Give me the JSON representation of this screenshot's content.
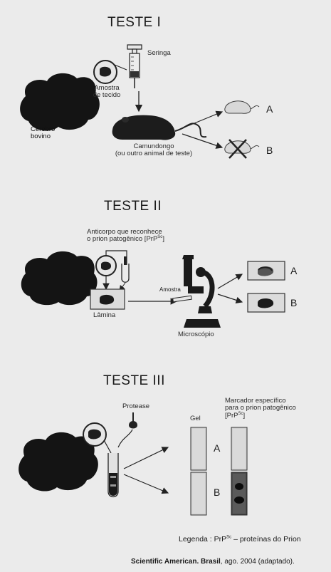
{
  "test1": {
    "title": "TESTE I",
    "syringe": "Seringa",
    "sample_line1": "Amostra",
    "sample_line2": "de tecido",
    "brain_line1": "Cérebro",
    "brain_line2": "bovino",
    "mouse_line1": "Camundongo",
    "mouse_line2": "(ou outro animal de teste)",
    "result_a": "A",
    "result_b": "B"
  },
  "test2": {
    "title": "TESTE II",
    "antibody_line1": "Anticorpo que reconhece",
    "antibody_line2": "o prion patogênico [PrP",
    "antibody_sup": "Sc",
    "antibody_end": "]",
    "sample": "Amostra",
    "slide": "Lâmina",
    "microscope": "Microscópio",
    "result_a": "A",
    "result_b": "B"
  },
  "test3": {
    "title": "TESTE III",
    "protease": "Protease",
    "gel": "Gel",
    "marker_line1": "Marcador específico",
    "marker_line2": "para o prion patogênico",
    "marker_line3": "[PrP",
    "marker_sup": "Sc",
    "marker_end": "]",
    "result_a": "A",
    "result_b": "B"
  },
  "legend": {
    "prefix": "Legenda : PrP",
    "sup": "Sc",
    "text": " – proteínas do Prion"
  },
  "source": {
    "bold": "Scientific American. Brasil",
    "rest": ", ago. 2004 (adaptado)."
  },
  "colors": {
    "ink": "#1a1a1a",
    "paper": "#ebebeb",
    "gel": "#d0d0d0"
  },
  "icons": [
    "brain-icon",
    "magnifier-icon",
    "syringe-icon",
    "mouse-icon",
    "microscope-icon",
    "dropper-icon",
    "test-tube-icon",
    "gel-strip-icon"
  ]
}
